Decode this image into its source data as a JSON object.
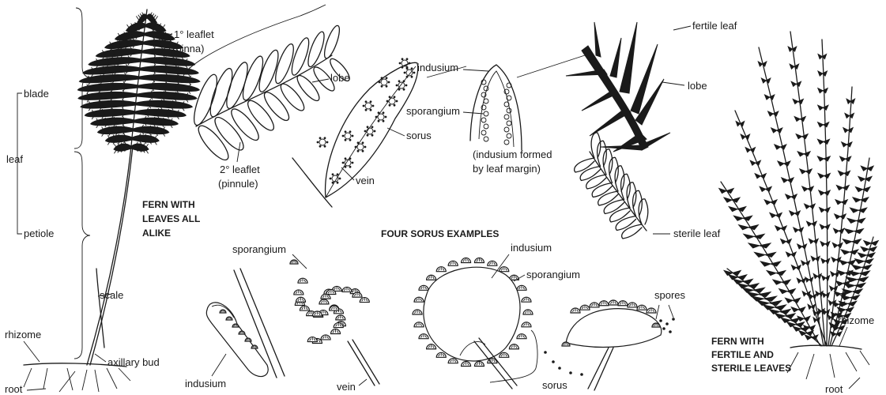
{
  "labels": {
    "leaflet1_line1": "1° leaflet",
    "leaflet1_line2": "(pinna)",
    "blade": "blade",
    "leaf": "leaf",
    "petiole": "petiole",
    "lobe_left": "lobe",
    "leaflet2_line1": "2° leaflet",
    "leaflet2_line2": "(pinnule)",
    "vein_mid": "vein",
    "sorus_mid": "sorus",
    "indusium_top": "indusium",
    "sporangium_top": "sporangium",
    "indusium_note_line1": "(indusium formed",
    "indusium_note_line2": "by leaf margin)",
    "fertile_leaf": "fertile leaf",
    "lobe_right": "lobe",
    "sterile_leaf": "sterile leaf",
    "scale": "scale",
    "rhizome_left": "rhizome",
    "axillary_bud": "axillary bud",
    "root_left": "root",
    "sporangium_bottom1": "sporangium",
    "indusium_bottom1": "indusium",
    "vein_bottom": "vein",
    "indusium_bottom2": "indusium",
    "sporangium_bottom2": "sporangium",
    "spores": "spores",
    "sorus_bottom": "sorus",
    "rhizome_right": "rhizome",
    "root_right": "root"
  },
  "headings": {
    "fern_alike_line1": "FERN WITH",
    "fern_alike_line2": "LEAVES ALL",
    "fern_alike_line3": "ALIKE",
    "four_sorus": "FOUR SORUS EXAMPLES",
    "fern_fertile_line1": "FERN WITH",
    "fern_fertile_line2": "FERTILE AND",
    "fern_fertile_line3": "STERILE LEAVES"
  },
  "colors": {
    "ink": "#1a1a1a",
    "background": "#ffffff"
  }
}
